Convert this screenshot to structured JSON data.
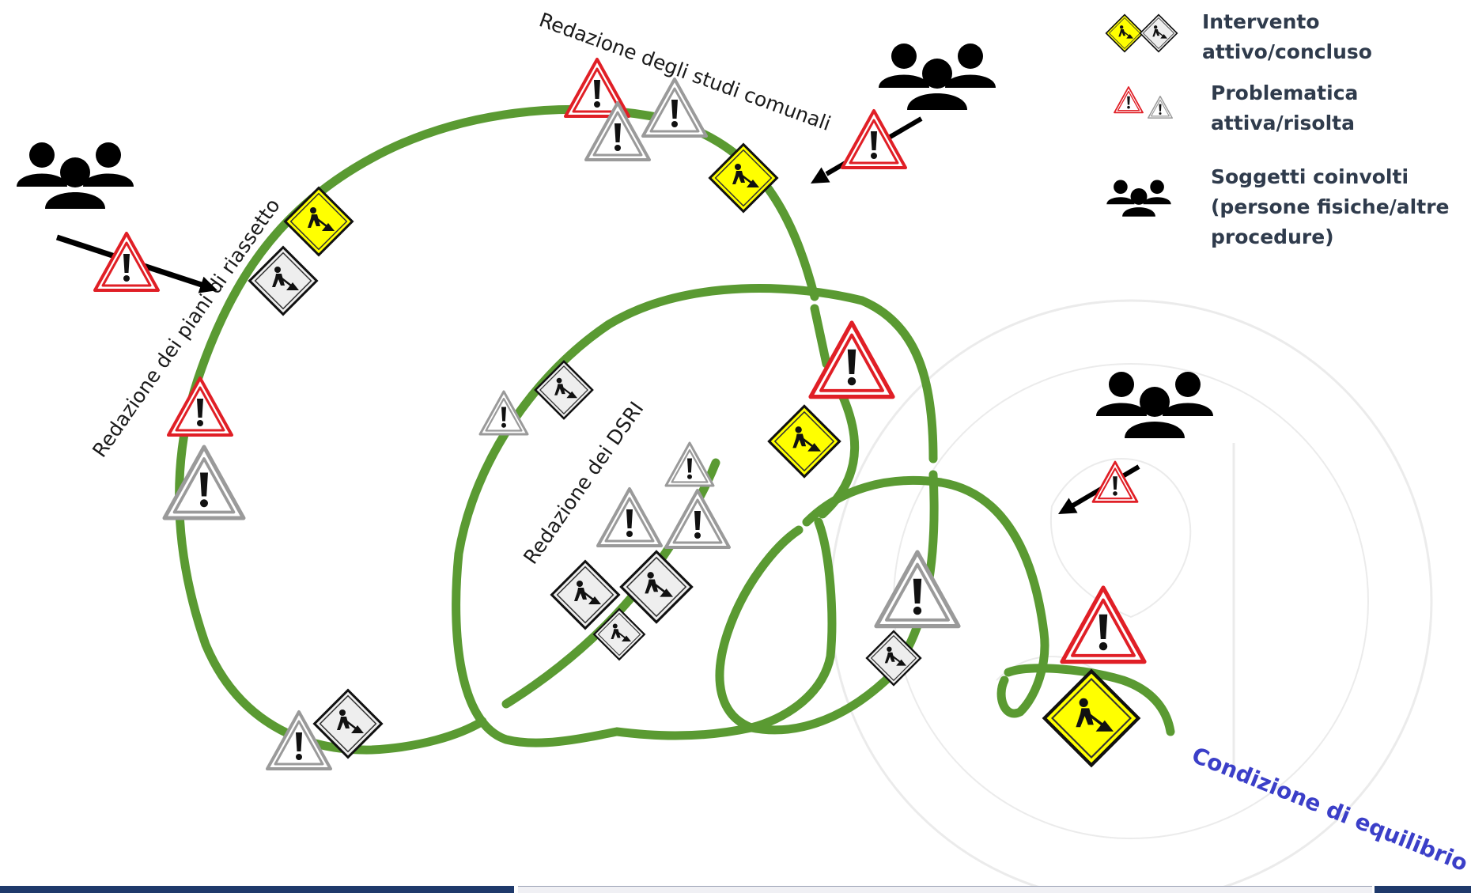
{
  "labels": {
    "studi_comunali": "Redazione degli studi comunali",
    "piani_riassetto": "Redazione dei piani di riassetto",
    "dsri": "Redazione dei DSRI",
    "equilibrio": "Condizione di equilibrio"
  },
  "legend": {
    "intervento": [
      "Intervento",
      "attivo/concluso"
    ],
    "problematica": [
      "Problematica",
      "attiva/risolta"
    ],
    "soggetti": [
      "Soggetti coinvolti",
      "(persone fisiche/altre",
      "procedure)"
    ]
  },
  "colors": {
    "spiral_green": "#5a9a32",
    "work_active_yellow": "#ffff00",
    "work_done_grey": "#eeeeee",
    "warning_active_red": "#e01f26",
    "warning_resolved_grey": "#9a9a9a",
    "people_black": "#000000",
    "equilibrio_blue": "#3b3fc8",
    "legend_text": "#2f3b4c",
    "footer_navy": "#1f3a6b"
  },
  "icons": {
    "work": "road-work-icon",
    "warning": "warning-icon",
    "people": "people-group-icon",
    "arrow": "arrow-icon"
  }
}
